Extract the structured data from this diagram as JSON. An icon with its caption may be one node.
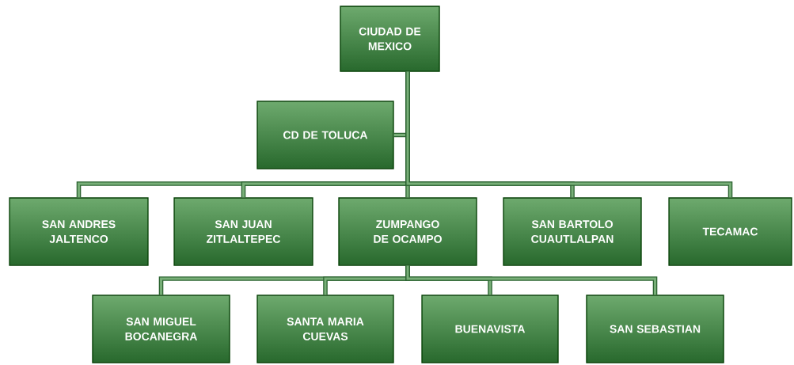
{
  "diagram": {
    "nodes": [
      {
        "text": [
          "CIUDAD DE MEXICO"
        ]
      },
      {
        "text": [
          "CD DE TOLUCA"
        ]
      },
      {
        "text": [
          "SAN ANDRES JALTENCO"
        ]
      },
      {
        "text": [
          "SAN JUAN ZITLALTEPEC"
        ]
      },
      {
        "text": [
          "ZUMPANGO DE OCAMPO"
        ]
      },
      {
        "text": [
          "SAN BARTOLO CUAUTLALPAN"
        ]
      },
      {
        "text": [
          "TECAMAC"
        ]
      },
      {
        "text": [
          "SAN MIGUEL BOCANEGRA"
        ]
      },
      {
        "text": [
          "SANTA MARIA CUEVAS"
        ]
      },
      {
        "text": [
          "BUENAVISTA"
        ]
      },
      {
        "text": [
          "SAN SEBASTIAN"
        ]
      }
    ],
    "edges": [
      {
        "from": 0,
        "to": 1,
        "arrow": "none"
      },
      {
        "from": 0,
        "to": 2,
        "arrow": "none"
      },
      {
        "from": 0,
        "to": 3,
        "arrow": "none"
      },
      {
        "from": 0,
        "to": 4,
        "arrow": "none"
      },
      {
        "from": 0,
        "to": 5,
        "arrow": "none"
      },
      {
        "from": 0,
        "to": 6,
        "arrow": "none"
      },
      {
        "from": 4,
        "to": 7,
        "arrow": "none"
      },
      {
        "from": 4,
        "to": 8,
        "arrow": "none"
      },
      {
        "from": 4,
        "to": 9,
        "arrow": "none"
      },
      {
        "from": 4,
        "to": 10,
        "arrow": "none"
      }
    ]
  }
}
